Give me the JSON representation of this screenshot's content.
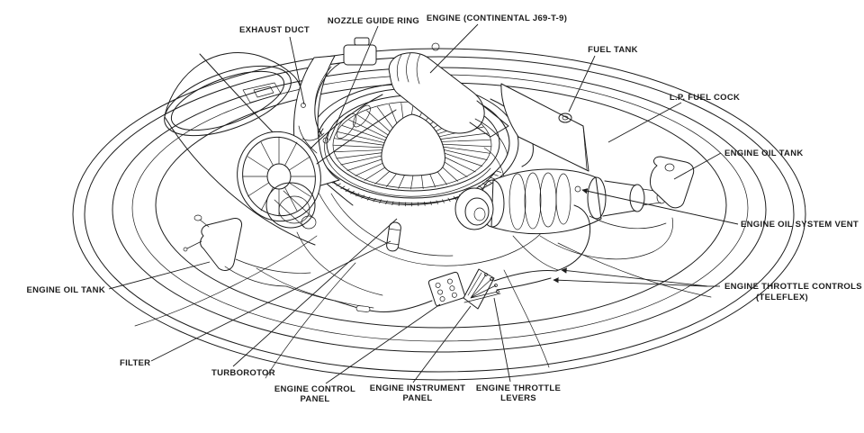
{
  "figure": {
    "colors": {
      "ink": "#1c1c1c",
      "paper": "#ffffff"
    },
    "labels": {
      "exhaust_duct": "EXHAUST DUCT",
      "nozzle_guide_ring": "NOZZLE GUIDE RING",
      "engine": "ENGINE (CONTINENTAL J69-T-9)",
      "fuel_tank": "FUEL TANK",
      "lp_fuel_cock": "L.P. FUEL COCK",
      "engine_oil_tank_right": "ENGINE OIL TANK",
      "engine_oil_system_vent": "ENGINE OIL SYSTEM VENT",
      "engine_throttle_controls": "ENGINE THROTTLE CONTROLS",
      "engine_throttle_controls_sub": "(TELEFLEX)",
      "engine_oil_tank_left": "ENGINE OIL TANK",
      "filter": "FILTER",
      "turborotor": "TURBOROTOR",
      "engine_control_panel_1": "ENGINE CONTROL",
      "engine_control_panel_2": "PANEL",
      "engine_instrument_panel_1": "ENGINE INSTRUMENT",
      "engine_instrument_panel_2": "PANEL",
      "engine_throttle_levers_1": "ENGINE THROTTLE",
      "engine_throttle_levers_2": "LEVERS"
    }
  }
}
